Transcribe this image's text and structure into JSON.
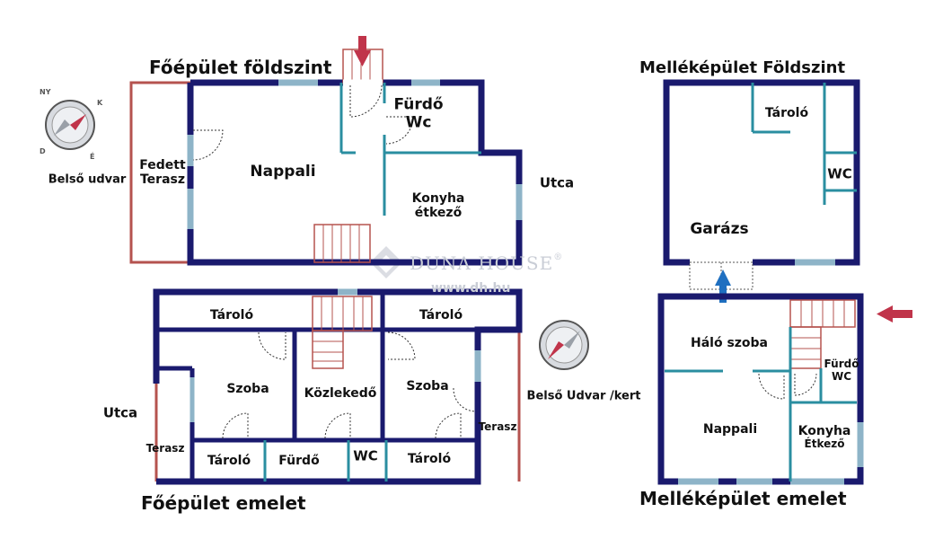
{
  "floors": {
    "main_ground": "Főépület földszint",
    "main_upper": "Főépület emelet",
    "annex_ground": "Melléképület Földszint",
    "annex_upper": "Melléképület emelet"
  },
  "rooms": {
    "main_ground": {
      "bathroom_1": "Fürdő",
      "bathroom_2": "Wc",
      "living": "Nappali",
      "covered_1": "Fedett",
      "covered_2": "Terasz",
      "kitchen_1": "Konyha",
      "kitchen_2": "étkező"
    },
    "main_upper": {
      "storage_top_left": "Tároló",
      "storage_top_right": "Tároló",
      "room_left": "Szoba",
      "corridor": "Közlekedő",
      "room_right": "Szoba",
      "storage_bottom_left": "Tároló",
      "bathroom": "Fürdő",
      "wc": "WC",
      "storage_bottom_right": "Tároló",
      "terrace_left": "Terasz",
      "terrace_right": "Terasz"
    },
    "annex_ground": {
      "storage": "Tároló",
      "wc": "WC",
      "garage": "Garázs"
    },
    "annex_upper": {
      "bedroom": "Háló szoba",
      "bathroom_1": "Fürdő",
      "bathroom_2": "WC",
      "living": "Nappali",
      "kitchen_1": "Konyha",
      "kitchen_2": "Étkező"
    }
  },
  "outside": {
    "inner_yard": "Belső udvar",
    "street_top": "Utca",
    "street_bottom": "Utca",
    "inner_yard_garden": "Belső Udvar /kert"
  },
  "watermark": {
    "brand": "DUNA HOUSE",
    "registered": "®",
    "url": "www.dh.hu"
  },
  "compass_letters": {
    "north": "É",
    "east": "K",
    "south": "D",
    "west": "NY"
  },
  "colors": {
    "wall": "#1a1a6e",
    "window": "#8eb4c8",
    "partition": "#2a8ea0",
    "terrace": "#b5534f",
    "arrow_red": "#c0344a",
    "arrow_blue": "#1f6fc0"
  }
}
